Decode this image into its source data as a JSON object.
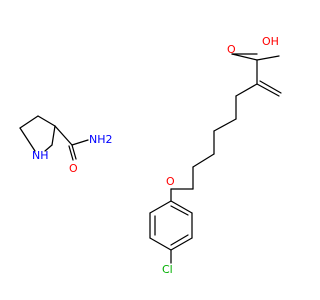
{
  "colors": {
    "bond": "#000000",
    "carbon_text": "#000000",
    "oxygen": "#ff0000",
    "nitrogen": "#0000ff",
    "chlorine": "#00b000",
    "background": "#ffffff"
  },
  "molecule_1": {
    "labels": {
      "nh": "NH",
      "nh2": "NH2",
      "o": "O"
    }
  },
  "molecule_2": {
    "labels": {
      "o_carbonyl": "O",
      "oh": "OH",
      "o_ether": "O",
      "cl": "Cl"
    }
  }
}
